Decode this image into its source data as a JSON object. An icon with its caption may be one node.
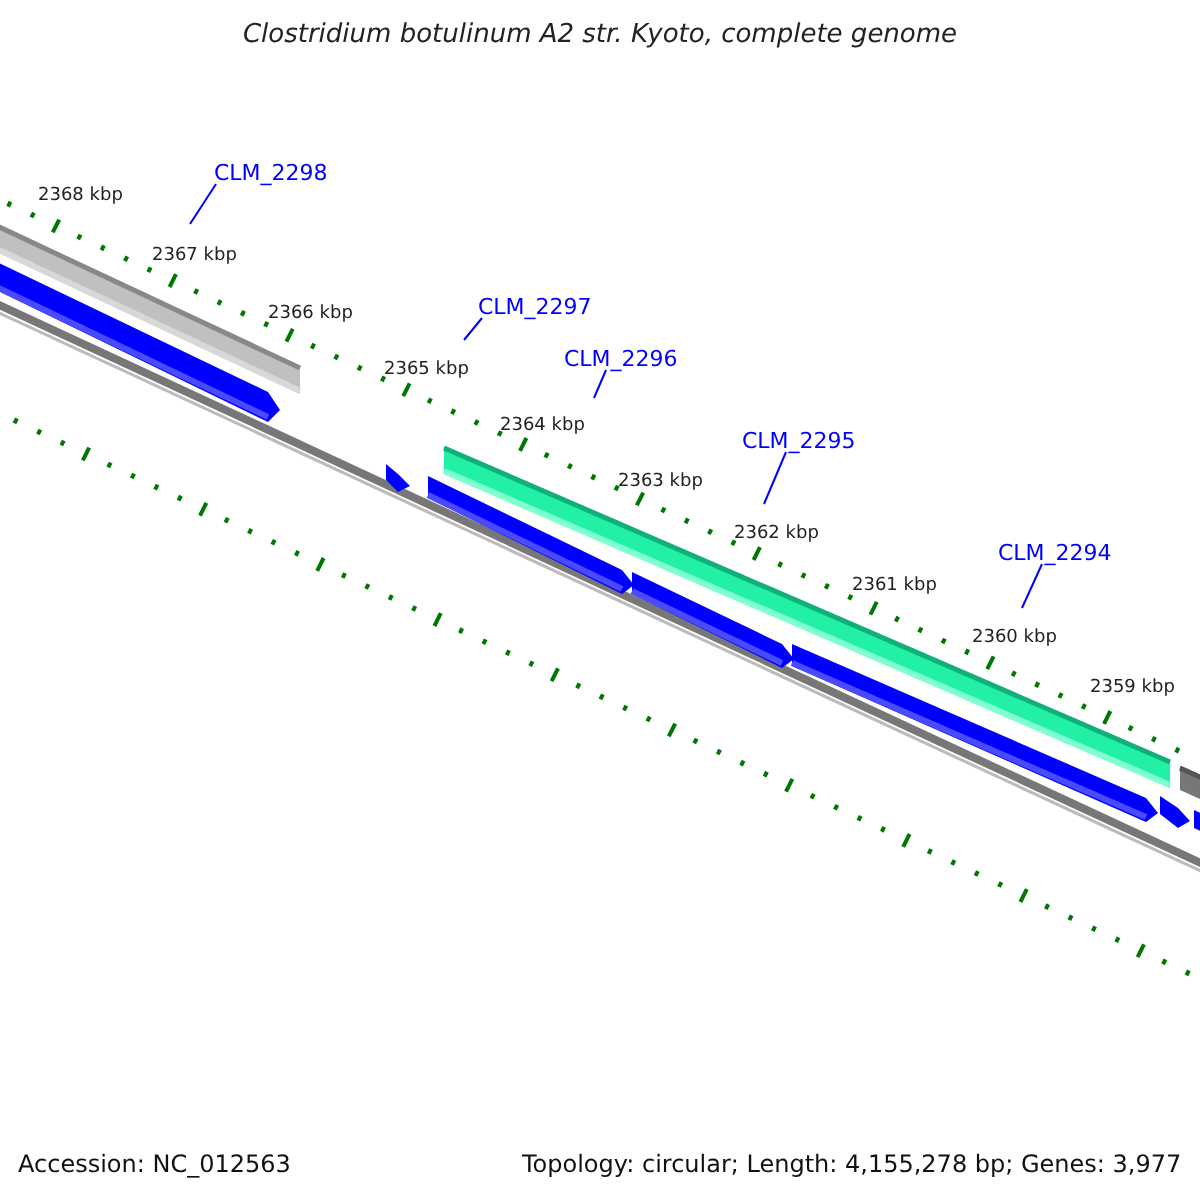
{
  "diagram": {
    "title": "Clostridium botulinum A2 str. Kyoto, complete genome",
    "nodes": [
      {
        "text": [
          "CLM_2298"
        ]
      },
      {
        "text": [
          "CLM_2297"
        ]
      },
      {
        "text": [
          "CLM_2296"
        ]
      },
      {
        "text": [
          "CLM_2295"
        ]
      },
      {
        "text": [
          "CLM_2294"
        ]
      }
    ],
    "edges": [
      {
        "from": 0,
        "to": null,
        "arrow": "none"
      },
      {
        "from": 1,
        "to": null,
        "arrow": "none"
      },
      {
        "from": 2,
        "to": null,
        "arrow": "none"
      },
      {
        "from": 3,
        "to": null,
        "arrow": "none"
      },
      {
        "from": 4,
        "to": null,
        "arrow": "none"
      }
    ],
    "labels": [
      "2368 kbp",
      "2367 kbp",
      "2366 kbp",
      "2365 kbp",
      "2364 kbp",
      "2363 kbp",
      "2362 kbp",
      "2361 kbp",
      "2360 kbp",
      "2359 kbp",
      "Accession: NC_012563",
      "Topology: circular; Length: 4,155,278 bp; Genes: 3,977"
    ]
  }
}
